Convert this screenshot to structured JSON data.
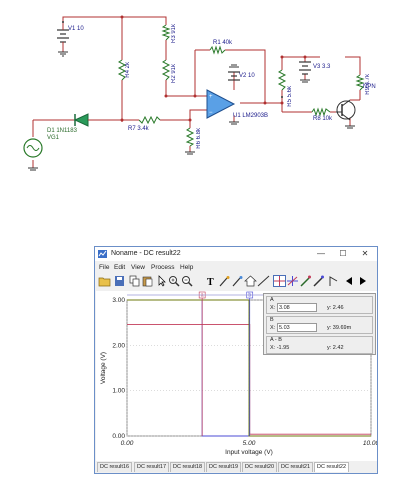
{
  "schematic": {
    "source_v1": "V1 10",
    "r3": "R3 91k",
    "r4": "R4 2k",
    "r2": "R2 91k",
    "r1": "R1 40k",
    "v2": "V2 10",
    "d1_label": "D1 1N1183",
    "vg1_label": "VG1",
    "r7": "R7 3.4k",
    "r6": "R6 6.8k",
    "u1": "U1 LM2903B",
    "r5": "R5 5.6k",
    "r8": "R8 10k",
    "v3": "V3 3.3",
    "r9": "R9 4.7k",
    "npn": "NPN"
  },
  "window": {
    "title": "Noname - DC result22",
    "controls": {
      "minimize": "—",
      "maximize": "☐",
      "close": "✕"
    },
    "menu": [
      "File",
      "Edit",
      "View",
      "Process",
      "Help"
    ],
    "toolbar_icons": [
      "open-icon",
      "save-icon",
      "copy-icon",
      "paste-icon",
      "pointer-icon",
      "zoom-in-icon",
      "zoom-out-icon",
      "text-icon",
      "wand-icon",
      "wand2-icon",
      "house-icon",
      "line-icon",
      "cursor-cross-icon",
      "cursor-cross2-icon",
      "pen-icon",
      "pen2-icon",
      "arrow-icon",
      "scroll-left-icon",
      "scroll-right-icon"
    ],
    "tabs": [
      "DC result16",
      "DC result17",
      "DC result18",
      "DC result19",
      "DC result20",
      "DC result21",
      "DC result22"
    ],
    "active_tab": "DC result22"
  },
  "readout": {
    "a_label": "A",
    "a_x_label": "X:",
    "a_x": "3.08",
    "a_y": "y: 2.46",
    "b_label": "B",
    "b_x_label": "X:",
    "b_x": "5.03",
    "b_y": "y: 39.69m",
    "ab_label": "A - B",
    "ab_x": "X: -1.95",
    "ab_y": "y: 2.42"
  },
  "chart_data": {
    "type": "line",
    "title": "",
    "xlabel": "Input voltage (V)",
    "ylabel": "Voltage (V)",
    "xlim": [
      0,
      10
    ],
    "ylim": [
      0,
      3
    ],
    "x_ticks": [
      "0.00",
      "5.00",
      "10.00"
    ],
    "y_ticks": [
      "0.00",
      "1.00",
      "2.00",
      "3.00"
    ],
    "grid": true,
    "cursor_a_label": "a",
    "cursor_b_label": "b",
    "series": [
      {
        "color": "#4b4bd6",
        "x": [
          0,
          3.08,
          3.08,
          10
        ],
        "y": [
          3.0,
          3.0,
          0.0,
          0.0
        ]
      },
      {
        "color": "#c23b5a",
        "x": [
          0,
          5.03,
          5.03,
          10
        ],
        "y": [
          2.46,
          2.46,
          0.04,
          0.04
        ]
      },
      {
        "color": "#6c7a0c",
        "x": [
          0,
          5.0,
          5.0,
          10
        ],
        "y": [
          3.0,
          3.0,
          0.0,
          0.0
        ]
      }
    ],
    "cursors": [
      {
        "name": "a",
        "x": 3.08,
        "color": "#c23b5a"
      },
      {
        "name": "b",
        "x": 5.03,
        "color": "#4b4bd6"
      }
    ]
  }
}
